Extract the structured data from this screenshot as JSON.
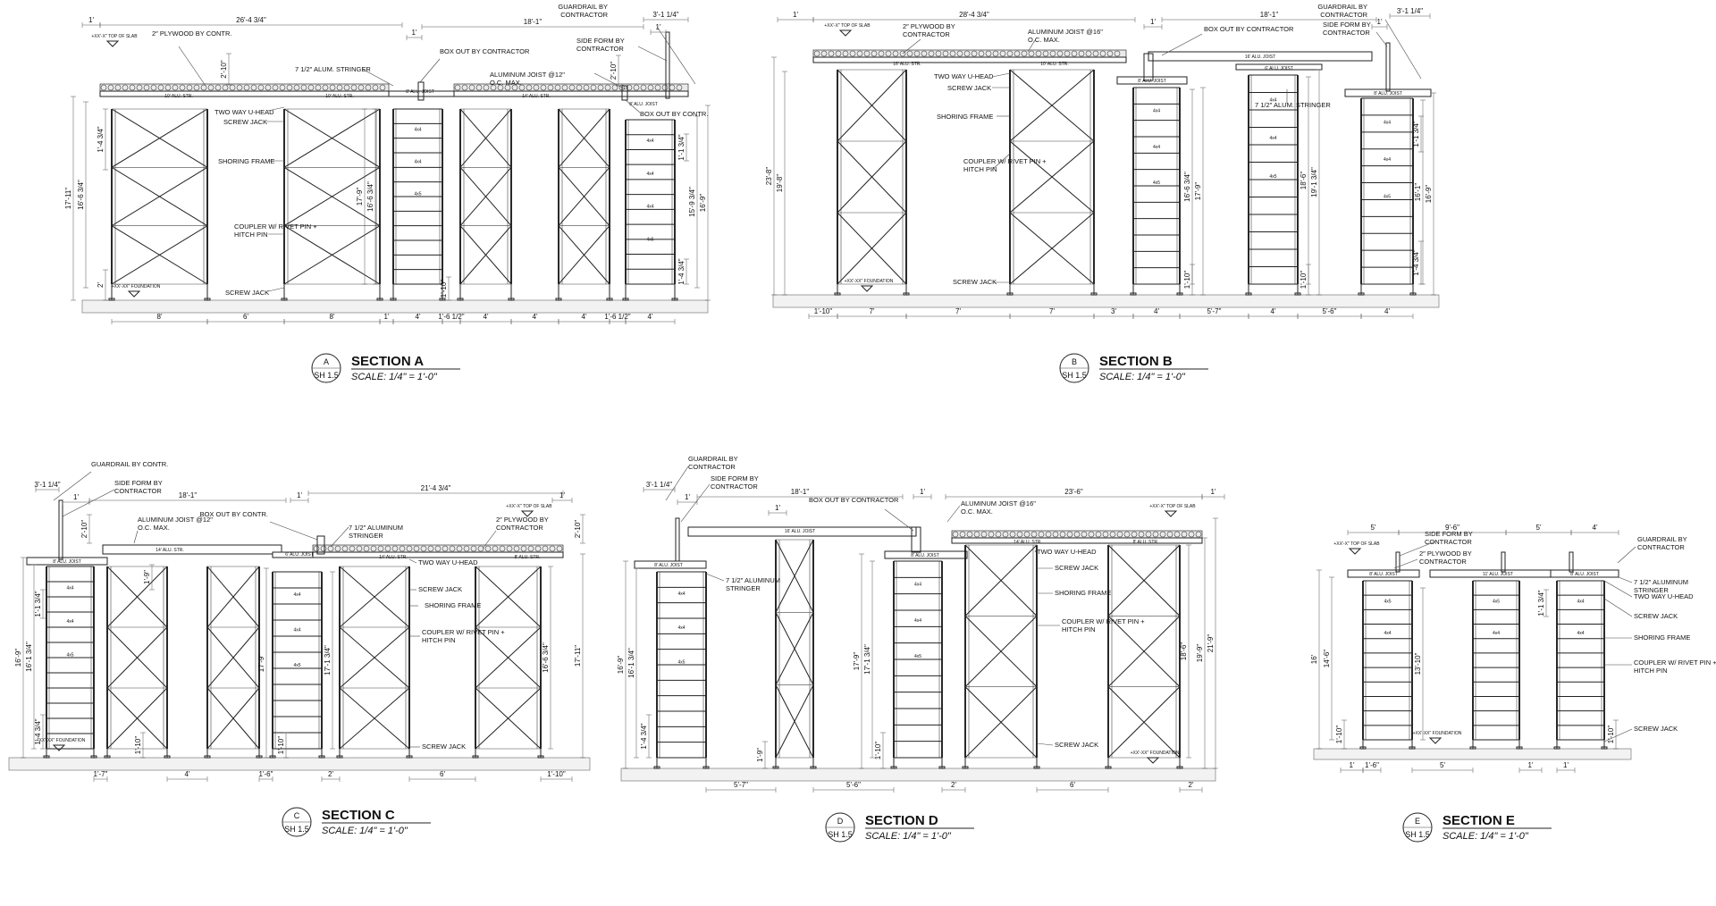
{
  "sections": [
    {
      "id": "A",
      "title": "SECTION A",
      "sheet": "SH 1.5",
      "scale": "SCALE: 1/4\" = 1'-0\"",
      "callouts": [
        "2″ PLYWOOD BY CONTR.",
        "7 1/2\" ALUM. STRINGER",
        "BOX OUT BY CONTRACTOR",
        "ALUMINUM JOIST @12\" O.C. MAX.",
        "GUARDRAIL BY CONTRACTOR",
        "SIDE FORM BY CONTRACTOR",
        "TWO WAY U-HEAD",
        "SCREW JACK",
        "SHORING FRAME",
        "COUPLER W/ RIVET PIN + HITCH PIN",
        "SCREW JACK",
        "BOX OUT BY CONTR."
      ],
      "top_dims": [
        "1'",
        "26'-4 3/4\"",
        "1'",
        "18'-1\"",
        "3'-1 1/4\"",
        "1'"
      ],
      "bottom_dims": [
        "8'",
        "6'",
        "8'",
        "1'",
        "4'",
        "1'-6 1/2\"",
        "4'",
        "4'",
        "4'",
        "1'-6 1/2\"",
        "4'"
      ],
      "height_dims": [
        "17'-11\"",
        "16'-6 3/4\"",
        "1'-4 3/4\"",
        "2'",
        "17'-9\"",
        "16'-6 3/4\"",
        "1'-10\"",
        "1'-1 3/4\"",
        "15'-9 3/4\"",
        "16'-9\"",
        "1'-4 3/4\"",
        "2'-10\"",
        "2'-10\""
      ],
      "member_labels": [
        "10' ALU. STR.",
        "10' ALU. STR.",
        "14' ALU. STR.",
        "8' ALU. JOIST",
        "8' ALU. JOIST"
      ],
      "frame_labels": [
        "4x4",
        "4x4",
        "4x5",
        "4x4",
        "4x4",
        "4x4",
        "4x5"
      ],
      "elevations": {
        "top": "+XX'-X\" TOP OF SLAB",
        "bottom": "+XX'-XX\" FOUNDATION"
      }
    },
    {
      "id": "B",
      "title": "SECTION B",
      "sheet": "SH 1.5",
      "scale": "SCALE: 1/4\" = 1'-0\"",
      "callouts": [
        "2″ PLYWOOD BY CONTRACTOR",
        "ALUMINUM JOIST @16\" O.C. MAX.",
        "BOX OUT BY CONTRACTOR",
        "GUARDRAIL BY CONTRACTOR",
        "SIDE FORM BY CONTRACTOR",
        "TWO WAY U-HEAD",
        "SCREW JACK",
        "SHORING FRAME",
        "COUPLER W/ RIVET PIN + HITCH PIN",
        "SCREW JACK",
        "7 1/2\" ALUM. STRINGER"
      ],
      "top_dims": [
        "1'",
        "28'-4 3/4\"",
        "1'",
        "18'-1\"",
        "3'-1 1/4\"",
        "1'"
      ],
      "bottom_dims": [
        "1'-10\"",
        "7'",
        "7'",
        "7'",
        "3'",
        "4'",
        "5'-7\"",
        "4'",
        "5'-6\"",
        "4'"
      ],
      "height_dims": [
        "23'-8\"",
        "19'-8\"",
        "16'-6 3/4\"",
        "17'-9\"",
        "1'-10\"",
        "18'-6\"",
        "19'-1 3/4\"",
        "1'-10\"",
        "1'-1 3/4\"",
        "16'-1\"",
        "16'-9\"",
        "1'-4 3/4\""
      ],
      "member_labels": [
        "16' ALU. STR.",
        "10' ALU. STR.",
        "16' ALU. JOIST",
        "8' ALU. JOIST",
        "6' ALU. JOIST",
        "8' ALU. JOIST"
      ],
      "frame_labels": [
        "4x4",
        "4x4",
        "4x5",
        "4x4",
        "4x4",
        "4x5",
        "4x4",
        "4x4",
        "4x5"
      ],
      "elevations": {
        "top": "+XX'-X\" TOP OF SLAB",
        "bottom": "+XX'-XX\" FOUNDATION"
      }
    },
    {
      "id": "C",
      "title": "SECTION C",
      "sheet": "SH 1.5",
      "scale": "SCALE: 1/4\" = 1'-0\"",
      "callouts": [
        "GUARDRAIL BY CONTR.",
        "SIDE FORM BY CONTRACTOR",
        "ALUMINUM JOIST @12\" O.C. MAX.",
        "BOX OUT BY CONTR.",
        "7 1/2\" ALUMINUM STRINGER",
        "2″ PLYWOOD BY CONTRACTOR",
        "TWO WAY U-HEAD",
        "SCREW JACK",
        "SHORING FRAME",
        "COUPLER W/ RIVET PIN + HITCH PIN",
        "SCREW JACK"
      ],
      "top_dims": [
        "3'-1 1/4\"",
        "1'",
        "18'-1\"",
        "1'",
        "21'-4 3/4\"",
        "1'"
      ],
      "bottom_dims": [
        "1'-7\"",
        "4'",
        "1'-6\"",
        "2'",
        "6'",
        "1'-10\""
      ],
      "height_dims": [
        "16'-9\"",
        "16'-1 3/4\"",
        "1'-1 3/4\"",
        "1'-4 3/4\"",
        "1'-9\"",
        "17'-9\"",
        "17'-1 3/4\"",
        "1'-10\"",
        "1'-10\"",
        "16'-6 3/4\"",
        "17'-11\"",
        "2'-10\"",
        "2'-10\""
      ],
      "member_labels": [
        "8' ALU. JOIST",
        "14' ALU. STR.",
        "6' ALU. JOIST",
        "14' ALU. STR.",
        "8' ALU. STR."
      ],
      "frame_labels": [
        "4x4",
        "4x4",
        "4x5",
        "4x4",
        "4x4",
        "4x5"
      ],
      "elevations": {
        "top": "+XX'-X\" TOP OF SLAB",
        "bottom": "+XX'-XX\" FOUNDATION"
      }
    },
    {
      "id": "D",
      "title": "SECTION D",
      "sheet": "SH 1.5",
      "scale": "SCALE: 1/4\" = 1'-0\"",
      "callouts": [
        "GUARDRAIL BY CONTRACTOR",
        "SIDE FORM BY CONTRACTOR",
        "BOX OUT BY CONTRACTOR",
        "ALUMINUM JOIST @16\" O.C. MAX.",
        "7 1/2\" ALUMINUM STRINGER",
        "TWO WAY U-HEAD",
        "SCREW JACK",
        "SHORING FRAME",
        "COUPLER W/ RIVET PIN + HITCH PIN",
        "SCREW JACK"
      ],
      "top_dims": [
        "3'-1 1/4\"",
        "1'",
        "18'-1\"",
        "1'",
        "1'",
        "23'-6\"",
        "1'"
      ],
      "bottom_dims": [
        "5'-7\"",
        "5'-6\"",
        "2'",
        "6'",
        "2'"
      ],
      "height_dims": [
        "16'-9\"",
        "16'-1 3/4\"",
        "1'-4 3/4\"",
        "17'-9\"",
        "17'-1 3/4\"",
        "1'-10\"",
        "1'-9\"",
        "18'-6\"",
        "19'-9\"",
        "21'-9\""
      ],
      "member_labels": [
        "16' ALU. JOIST",
        "8' ALU. JOIST",
        "16' ALU. JOIST",
        "8' ALU. JOIST",
        "14' ALU. STR.",
        "8' ALU. STR."
      ],
      "frame_labels": [
        "4x4",
        "4x4",
        "4x5",
        "4x4",
        "4x4",
        "4x5"
      ],
      "elevations": {
        "top": "+XX'-X\" TOP OF SLAB",
        "bottom": "+XX'-XX\" FOUNDATION"
      }
    },
    {
      "id": "E",
      "title": "SECTION E",
      "sheet": "SH 1.5",
      "scale": "SCALE: 1/4\" = 1'-0\"",
      "callouts": [
        "SIDE FORM BY CONTRACTOR",
        "2″ PLYWOOD BY CONTRACTOR",
        "GUARDRAIL BY CONTRACTOR",
        "7 1/2\" ALUMINUM STRINGER",
        "TWO WAY U-HEAD",
        "SCREW JACK",
        "SHORING FRAME",
        "COUPLER W/ RIVET PIN + HITCH PIN",
        "SCREW JACK"
      ],
      "top_dims": [
        "5'",
        "9'-6\"",
        "5'",
        "4'"
      ],
      "bottom_dims": [
        "1'",
        "1'-6\"",
        "5'",
        "1'",
        "1'"
      ],
      "height_dims": [
        "16'",
        "14'-6\"",
        "13'-10\"",
        "1'-10\"",
        "1'-10\"",
        "1'-1 3/4\""
      ],
      "member_labels": [
        "8' ALU. JOIST",
        "11' ALU. JOIST",
        "8' ALU. JOIST"
      ],
      "frame_labels": [
        "4x5",
        "4x4",
        "4x5",
        "4x4",
        "4x4",
        "4x4"
      ],
      "elevations": {
        "top": "+XX'-X\" TOP OF SLAB",
        "bottom": "+XX'-XX\" FOUNDATION"
      }
    }
  ]
}
